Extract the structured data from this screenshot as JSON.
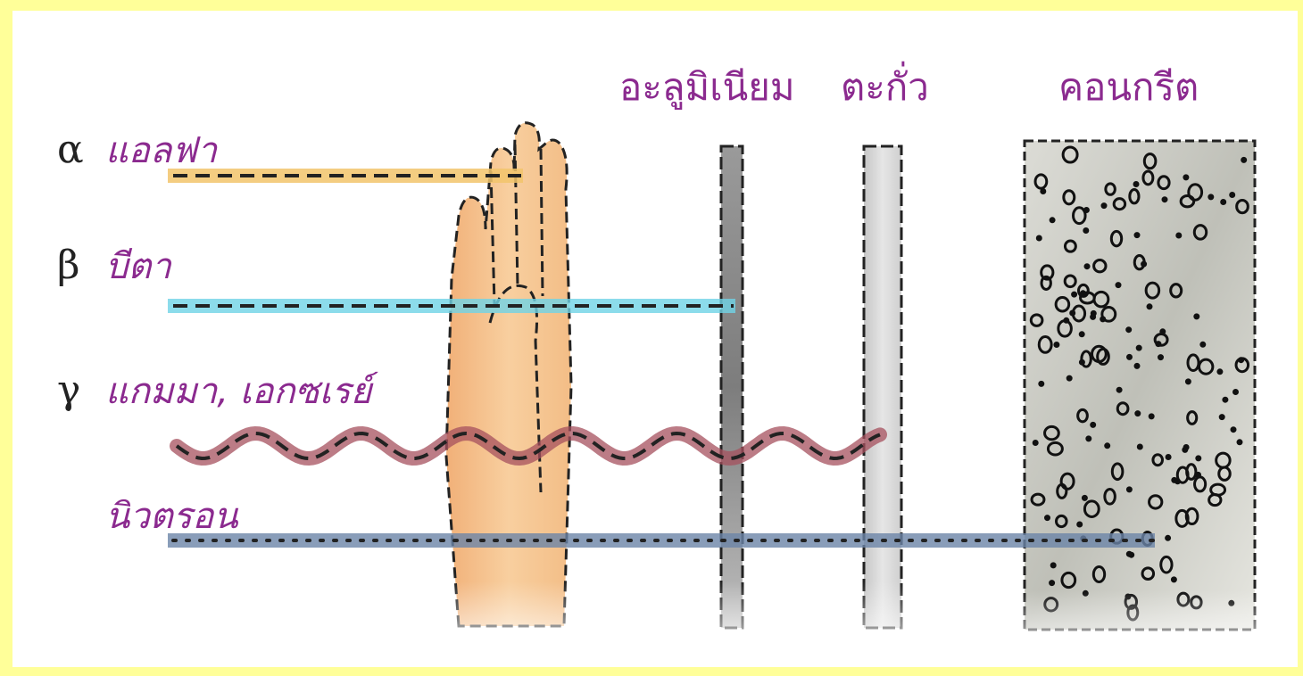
{
  "materials": {
    "aluminium": "อะลูมิเนียม",
    "lead": "ตะกั่ว",
    "concrete": "คอนกรีต"
  },
  "radiations": [
    {
      "symbol": "α",
      "label": "แอลฟา",
      "color": "#f2c46b"
    },
    {
      "symbol": "β",
      "label": "บีตา",
      "color": "#6fd3e6"
    },
    {
      "symbol": "γ",
      "label": "แกมมา, เอกซเรย์",
      "color": "#a5505e"
    },
    {
      "symbol": "",
      "label": "นิวตรอน",
      "color": "#6b85a8"
    }
  ],
  "colors": {
    "border": "#ffff99",
    "label": "#8b2a8f",
    "skin": "#f6c38e"
  }
}
